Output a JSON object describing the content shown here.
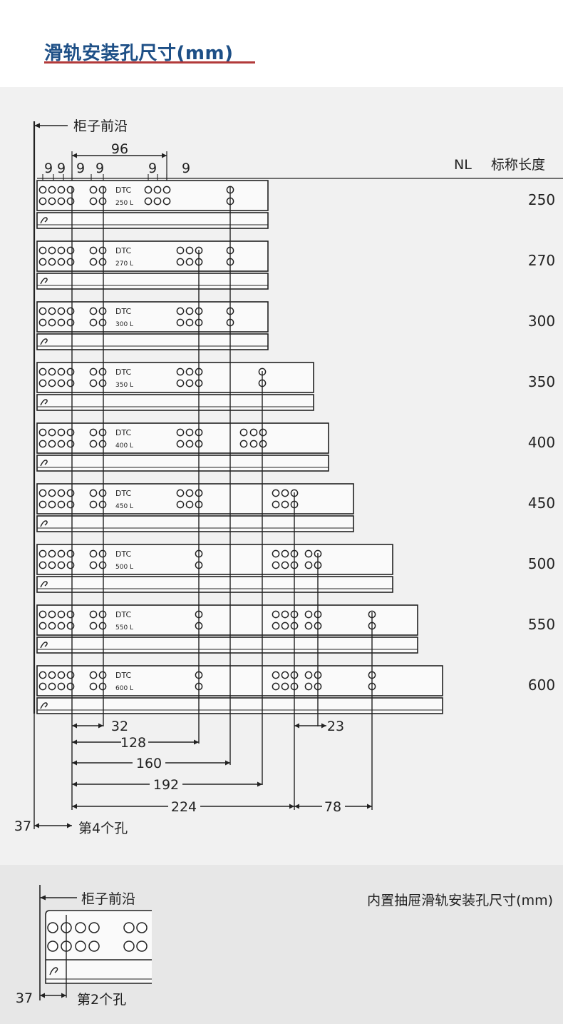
{
  "title": "滑轨安装孔尺寸(mm)",
  "main": {
    "front_edge_label": "柜子前沿",
    "header_nl": "NL",
    "header_length": "标称长度",
    "brand": "DTC",
    "rail_suffix": "L",
    "top_dims": [
      "96",
      "9",
      "9",
      "9",
      "9",
      "9",
      "9"
    ],
    "lengths": [
      "250",
      "270",
      "300",
      "350",
      "400",
      "450",
      "500",
      "550",
      "600"
    ],
    "bottom_dims": [
      "32",
      "128",
      "160",
      "192",
      "224",
      "23",
      "78"
    ],
    "offset_value": "37",
    "hole_note": "第4个孔"
  },
  "bottom": {
    "caption": "内置抽屉滑轨安装孔尺寸(mm)",
    "front_edge_label": "柜子前沿",
    "offset_value": "37",
    "hole_note": "第2个孔"
  },
  "colors": {
    "title": "#1d4f86",
    "underline": "#b23a3a",
    "line": "#222222"
  }
}
